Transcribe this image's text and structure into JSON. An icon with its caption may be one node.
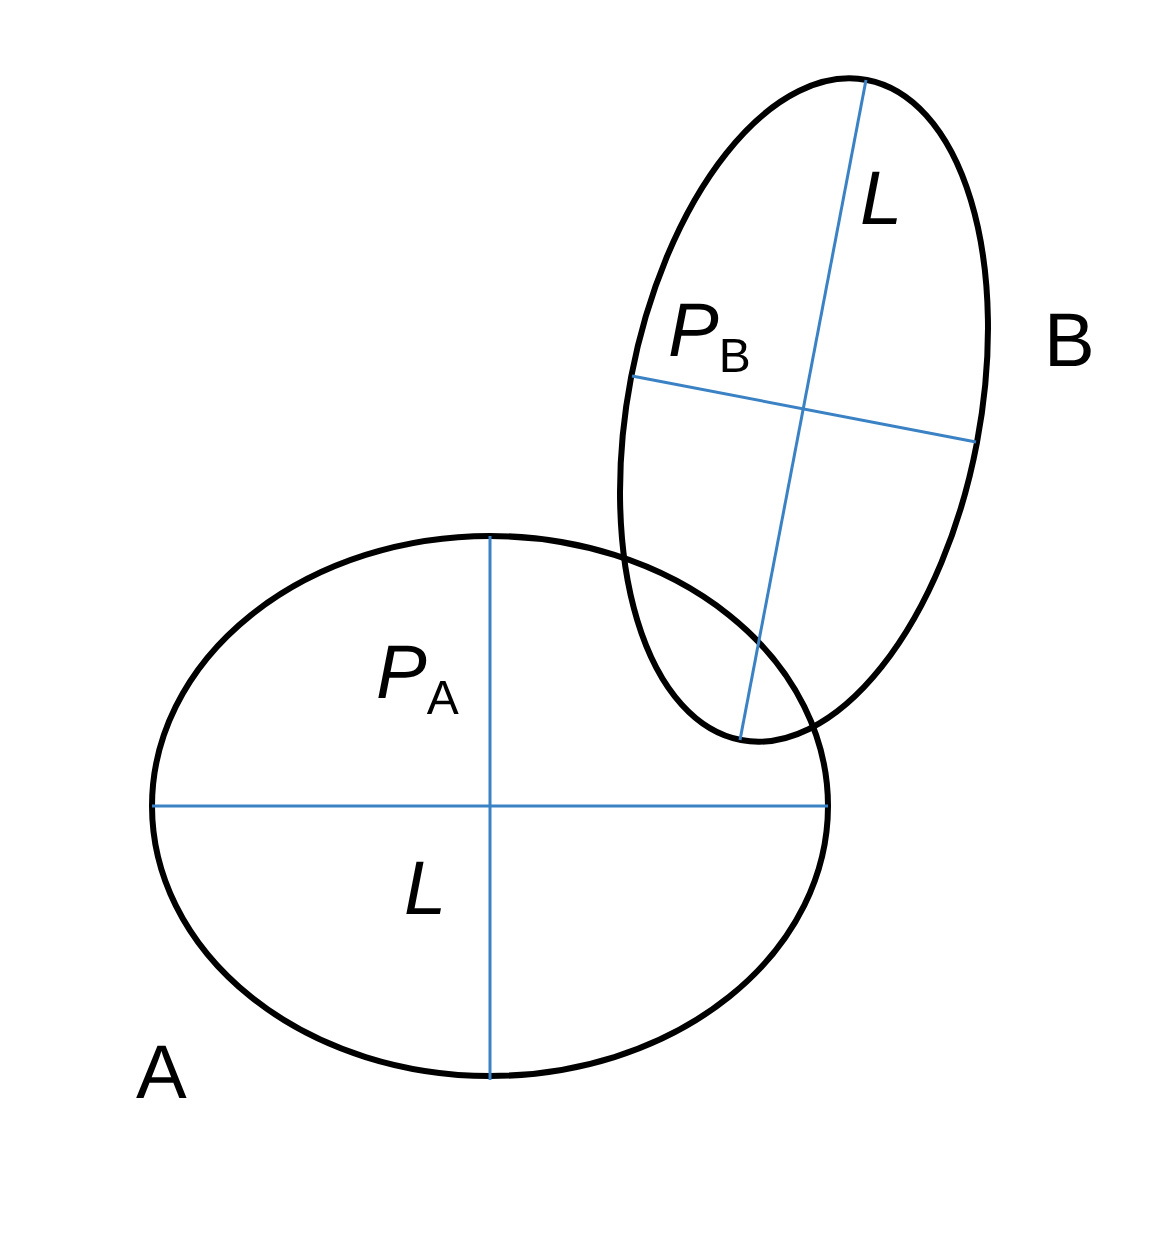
{
  "diagram": {
    "nodes": [
      {
        "text": [
          "P$_{A}$",
          "L"
        ],
        "beside": [
          "A"
        ]
      },
      {
        "text": [
          "L",
          "P$_{B}$"
        ],
        "beside": [
          "B"
        ]
      }
    ]
  }
}
